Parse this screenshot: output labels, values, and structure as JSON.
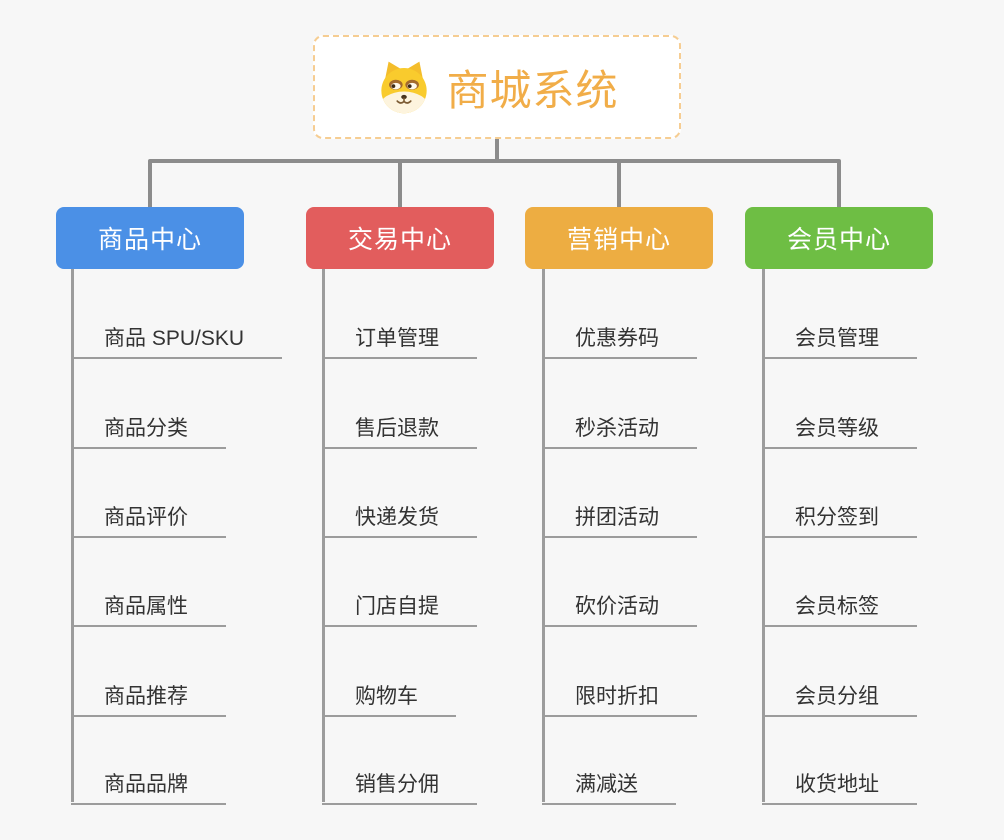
{
  "page": {
    "background_color": "#f7f7f7",
    "connector_color": "#8c8c8c",
    "leaf_line_color": "#9c9c9c",
    "leaf_text_color": "#333333"
  },
  "root": {
    "title": "商城系统",
    "title_color": "#f1ad48",
    "border_color": "#f6cd92",
    "icon": "shiba-dog-icon"
  },
  "branches": [
    {
      "label": "商品中心",
      "color": "#4b90e6",
      "children": [
        "商品 SPU/SKU",
        "商品分类",
        "商品评价",
        "商品属性",
        "商品推荐",
        "商品品牌"
      ]
    },
    {
      "label": "交易中心",
      "color": "#e25d5d",
      "children": [
        "订单管理",
        "售后退款",
        "快递发货",
        "门店自提",
        "购物车",
        "销售分佣"
      ]
    },
    {
      "label": "营销中心",
      "color": "#edad42",
      "children": [
        "优惠券码",
        "秒杀活动",
        "拼团活动",
        "砍价活动",
        "限时折扣",
        "满减送"
      ]
    },
    {
      "label": "会员中心",
      "color": "#6ebe44",
      "children": [
        "会员管理",
        "会员等级",
        "积分签到",
        "会员标签",
        "会员分组",
        "收货地址"
      ]
    }
  ]
}
